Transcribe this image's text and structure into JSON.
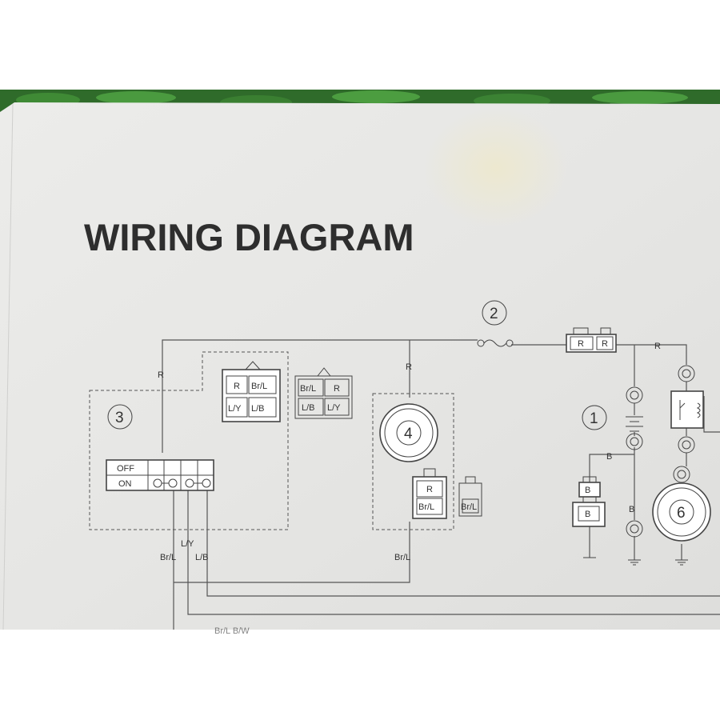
{
  "title": "WIRING DIAGRAM",
  "callouts": {
    "battery": "1",
    "fuse": "2",
    "main_switch": "3",
    "starter_relay": "4",
    "starter_motor": "6"
  },
  "main_switch": {
    "off_label": "OFF",
    "on_label": "ON",
    "connector_a": [
      "R",
      "Br/L",
      "L/Y",
      "L/B"
    ],
    "connector_b": [
      "Br/L",
      "R",
      "L/B",
      "L/Y"
    ]
  },
  "relay_connector": {
    "top": "R",
    "bottom": "Br/L"
  },
  "relay_plug": {
    "label": "Br/L"
  },
  "fuse_connector": {
    "left": "R",
    "right": "R"
  },
  "battery_connector": {
    "top": "B",
    "bottom": "B"
  },
  "wire_labels": {
    "switch_feed": "R",
    "relay_feed": "R",
    "right_feed": "R",
    "battery_neg": "B",
    "battery_ground": "B",
    "switch_out_center": "L/Y",
    "switch_out_left": "Br/L",
    "switch_out_right": "L/B",
    "relay_out": "Br/L",
    "bottom_partial": "Br/L   B/W"
  },
  "colors": {
    "paper": "#e8e8e6",
    "ink": "#333333",
    "foliage": "#2f6b2a"
  }
}
